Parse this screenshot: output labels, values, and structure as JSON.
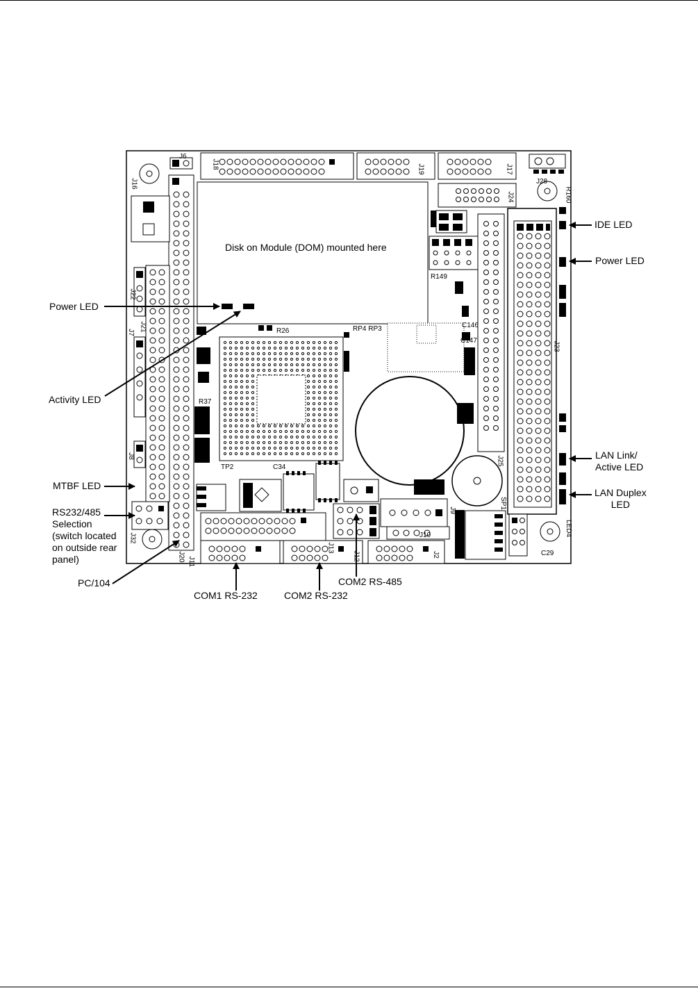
{
  "board": {
    "dom_area_text": "Disk on Module (DOM) mounted here"
  },
  "callouts": {
    "power_led_left": "Power LED",
    "activity_led": "Activity LED",
    "mtbf_led": "MTBF LED",
    "rs232_485_selection": "RS232/485\nSelection\n(switch located\non outside rear\npanel)",
    "pc104": "PC/104",
    "com1_rs232": "COM1 RS-232",
    "com2_rs232": "COM2 RS-232",
    "com2_rs485": "COM2 RS-485",
    "ide_led": "IDE LED",
    "power_led_right": "Power LED",
    "lan_link_active_led": "LAN Link/\nActive LED",
    "lan_duplex_led": "LAN Duplex\nLED"
  },
  "silkscreen": {
    "j18": "J18",
    "j19": "J19",
    "j17": "J17",
    "j16": "J16",
    "j6": "J6",
    "j24": "J24",
    "j28": "J28",
    "j21": "J21",
    "j22": "J22",
    "j7": "J7",
    "j8": "J8",
    "j20": "J20",
    "j11": "J11",
    "j23": "J23",
    "j25": "J25",
    "j13": "J13",
    "j12": "J12",
    "j2": "J2",
    "j9": "J9",
    "j10": "J10",
    "j32": "J32",
    "r26": "R26",
    "c34": "C34",
    "c29": "C29",
    "sp1": "SP1",
    "tp2": "TP2",
    "r37": "R37",
    "r160": "R160",
    "led4": "LED4",
    "rp4": "RP4 RP3",
    "c146": "C146",
    "c147": "C147",
    "r149": "R149"
  }
}
